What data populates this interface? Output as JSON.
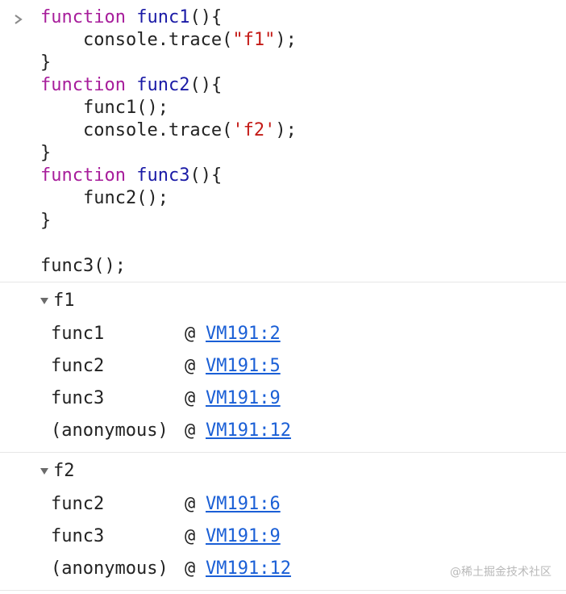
{
  "input": {
    "code_lines": [
      [
        {
          "t": "kw",
          "v": "function"
        },
        {
          "t": "plain",
          "v": " "
        },
        {
          "t": "fn",
          "v": "func1"
        },
        {
          "t": "plain",
          "v": "(){"
        }
      ],
      [
        {
          "t": "plain",
          "v": "    console.trace("
        },
        {
          "t": "str",
          "v": "\"f1\""
        },
        {
          "t": "plain",
          "v": ");"
        }
      ],
      [
        {
          "t": "plain",
          "v": "}"
        }
      ],
      [
        {
          "t": "kw",
          "v": "function"
        },
        {
          "t": "plain",
          "v": " "
        },
        {
          "t": "fn",
          "v": "func2"
        },
        {
          "t": "plain",
          "v": "(){"
        }
      ],
      [
        {
          "t": "plain",
          "v": "    func1();"
        }
      ],
      [
        {
          "t": "plain",
          "v": "    console.trace("
        },
        {
          "t": "str",
          "v": "'f2'"
        },
        {
          "t": "plain",
          "v": ");"
        }
      ],
      [
        {
          "t": "plain",
          "v": "}"
        }
      ],
      [
        {
          "t": "kw",
          "v": "function"
        },
        {
          "t": "plain",
          "v": " "
        },
        {
          "t": "fn",
          "v": "func3"
        },
        {
          "t": "plain",
          "v": "(){"
        }
      ],
      [
        {
          "t": "plain",
          "v": "    func2();"
        }
      ],
      [
        {
          "t": "plain",
          "v": "}"
        }
      ],
      [],
      [
        {
          "t": "plain",
          "v": "func3();"
        }
      ]
    ]
  },
  "traces": [
    {
      "label": "f1",
      "frames": [
        {
          "name": "func1",
          "at": "@",
          "location": "VM191:2"
        },
        {
          "name": "func2",
          "at": "@",
          "location": "VM191:5"
        },
        {
          "name": "func3",
          "at": "@",
          "location": "VM191:9"
        },
        {
          "name": "(anonymous)",
          "at": "@",
          "location": "VM191:12"
        }
      ]
    },
    {
      "label": "f2",
      "frames": [
        {
          "name": "func2",
          "at": "@",
          "location": "VM191:6"
        },
        {
          "name": "func3",
          "at": "@",
          "location": "VM191:9"
        },
        {
          "name": "(anonymous)",
          "at": "@",
          "location": "VM191:12"
        }
      ]
    }
  ],
  "watermark": "@稀土掘金技术社区",
  "colors": {
    "keyword": "#a71d9b",
    "function_name": "#1a1aa6",
    "string": "#c41a16",
    "link": "#1a5fd6",
    "divider": "#e6e6e6"
  },
  "icons": {
    "prompt": "chevron-right-icon",
    "expand": "triangle-down-icon"
  }
}
